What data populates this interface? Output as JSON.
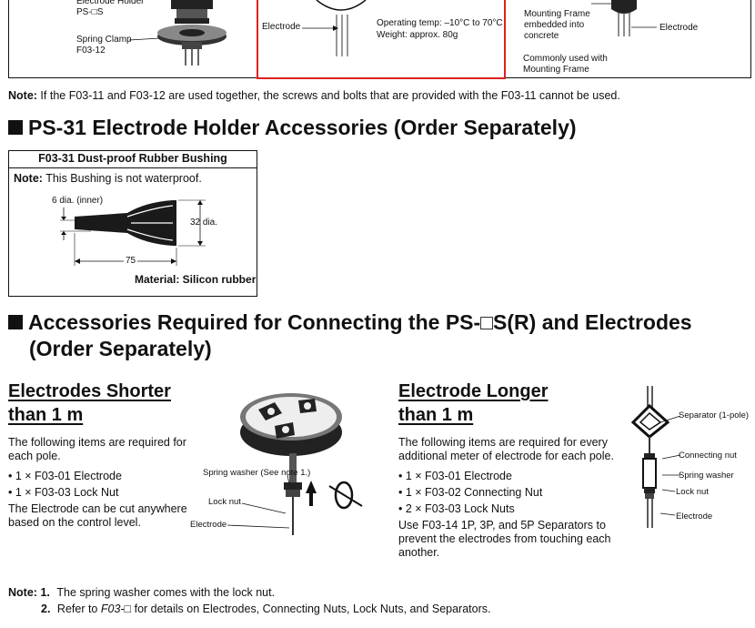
{
  "top_panel": {
    "left": {
      "holder_label_1": "Electrode Holder",
      "holder_label_2": "PS-□S",
      "clamp_label_1": "Spring Clamp",
      "clamp_label_2": "F03-12"
    },
    "middle": {
      "electrode_label": "Electrode",
      "operating_temp": "Operating temp: –10°C to 70°C",
      "weight": "Weight: approx. 80g",
      "highlight_color": "#e02020"
    },
    "right": {
      "frame_label_1": "Mounting Frame",
      "frame_label_2": "embedded into",
      "frame_label_3": "concrete",
      "electrode_label": "Electrode",
      "common_label_1": "Commonly used with",
      "common_label_2": "Mounting Frame"
    }
  },
  "note1": {
    "prefix": "Note:",
    "text": " If the F03-11 and F03-12 are used together, the screws and bolts that are provided with the F03-11 cannot be used."
  },
  "section1": {
    "heading": "PS-31 Electrode Holder Accessories (Order Separately)",
    "bushing_box": {
      "title": "F03-31 Dust-proof Rubber Bushing",
      "note_prefix": "Note:",
      "note_text": " This Bushing is not waterproof.",
      "dim_inner": "6 dia. (inner)",
      "dim_outer": "32 dia.",
      "dim_length": "75",
      "material": "Material: Silicon rubber"
    }
  },
  "section2": {
    "heading_line1": "Accessories Required for Connecting the PS-□S(R) and Electrodes",
    "heading_line2": "(Order Separately)",
    "shorter": {
      "title_line1": "Electrodes Shorter",
      "title_line2": "than 1 m",
      "intro": "The following items are required for each pole.",
      "items": [
        "1 × F03-01 Electrode",
        "1 × F03-03 Lock Nut"
      ],
      "footer": "The Electrode can be cut anywhere based on the control level.",
      "fig_spring_washer": "Spring washer (See note 1.)",
      "fig_lock_nut": "Lock nut",
      "fig_electrode": "Electrode"
    },
    "longer": {
      "title_line1": "Electrode Longer",
      "title_line2": "than 1 m",
      "intro": "The following items are required for every additional meter of electrode for each pole.",
      "items": [
        "1 × F03-01 Electrode",
        "1 × F03-02 Connecting Nut",
        "2 × F03-03 Lock Nuts"
      ],
      "footer": "Use F03-14 1P, 3P, and 5P Separators to prevent the electrodes from touching each another.",
      "fig_separator": "Separator (1-pole)",
      "fig_connecting_nut": "Connecting nut",
      "fig_spring_washer": "Spring washer",
      "fig_lock_nut": "Lock nut",
      "fig_electrode": "Electrode"
    }
  },
  "notes": {
    "label": "Note:",
    "n1_num": "1.",
    "n1_text": "The spring washer comes with the lock nut.",
    "n2_num": "2.",
    "n2_pre": "Refer to ",
    "n2_ref": "F03-□",
    "n2_post": " for details on Electrodes, Connecting Nuts, Lock Nuts, and Separators."
  }
}
